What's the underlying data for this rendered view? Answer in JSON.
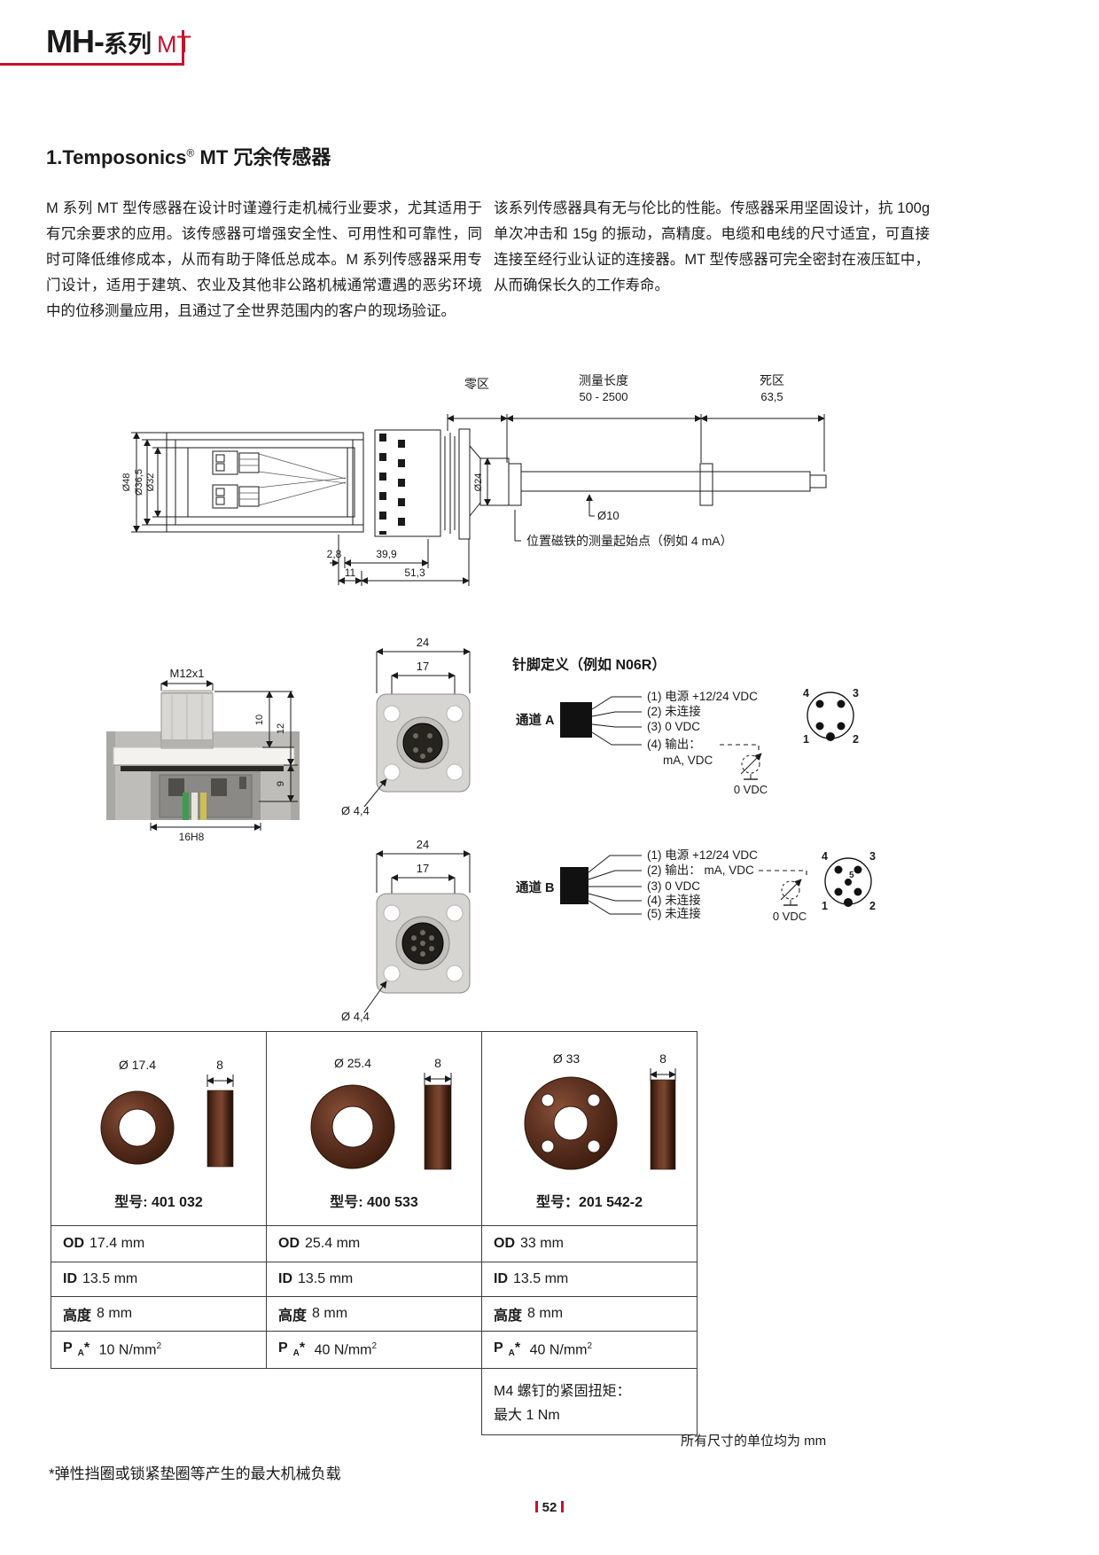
{
  "colors": {
    "accent_red": "#c8102e",
    "magnet_brown": "#5f3322"
  },
  "header": {
    "series": "MH-",
    "series_cn": "系列",
    "variant": "MT"
  },
  "title": {
    "part1": "1.Temposonics",
    "reg": "®",
    "part2": " MT 冗余传感器"
  },
  "intro": {
    "left": "M 系列 MT 型传感器在设计时谨遵行走机械行业要求，尤其适用于有冗余要求的应用。该传感器可增强安全性、可用性和可靠性，同时可降低维修成本，从而有助于降低总成本。M 系列传感器采用专门设计，适用于建筑、农业及其他非公路机械通常遭遇的恶劣环境中的位移测量应用，且通过了全世界范围内的客户的现场验证。",
    "right": "该系列传感器具有无与伦比的性能。传感器采用坚固设计，抗 100g 单次冲击和 15g 的振动，高精度。电缆和电线的尺寸适宜，可直接连接至经行业认证的连接器。MT 型传感器可完全密封在液压缸中，从而确保长久的工作寿命。"
  },
  "drawing": {
    "zero_zone": "零区",
    "measuring_length": "测量长度",
    "measuring_range": "50 - 2500",
    "dead_zone": "死区",
    "dead_zone_value": "63,5",
    "dia_48": "Ø48",
    "dia_36_5": "Ø36,5",
    "dia_32": "Ø32",
    "dia_24": "Ø24",
    "dia_10": "Ø10",
    "dim_2_8": "2,8",
    "dim_39_9": "39,9",
    "dim_11": "11",
    "dim_51_3": "51,3",
    "magnet_start_note": "位置磁铁的测量起始点（例如 4 mA）"
  },
  "connector_photo": {
    "thread": "M12x1",
    "dim_10": "10",
    "dim_12": "12",
    "dim_9": "9",
    "dim_16h8": "16H8"
  },
  "flange_a": {
    "dim_24": "24",
    "dim_17": "17",
    "hole_dia": "Ø 4,4"
  },
  "flange_b": {
    "dim_24": "24",
    "dim_17": "17",
    "hole_dia": "Ø 4,4"
  },
  "pinout": {
    "heading": "针脚定义（例如 N06R）",
    "channel_a": {
      "label": "通道 A",
      "pin1": "(1) 电源 +12/24 VDC",
      "pin2": "(2) 未连接",
      "pin3": "(3) 0 VDC",
      "pin4": "(4) 输出：",
      "pin4_value": "mA, VDC",
      "ground": "0 VDC",
      "face": {
        "p1": "1",
        "p2": "2",
        "p3": "3",
        "p4": "4"
      }
    },
    "channel_b": {
      "label": "通道 B",
      "pin1": "(1) 电源 +12/24 VDC",
      "pin2": "(2) 输出： mA, VDC",
      "pin3": "(3) 0 VDC",
      "pin4": "(4) 未连接",
      "pin5": "(5) 未连接",
      "ground": "0 VDC",
      "face": {
        "p1": "1",
        "p2": "2",
        "p3": "3",
        "p4": "4",
        "p5": "5"
      }
    }
  },
  "magnets": {
    "columns": [
      {
        "dia": "Ø 17.4",
        "thickness": "8",
        "model": "型号: 401 032",
        "od_label": "OD",
        "od": "17.4 mm",
        "id_label": "ID",
        "id": "13.5 mm",
        "height_label": "高度",
        "height": "8 mm",
        "p_label": "P",
        "p_sub": "A",
        "p_star": "*",
        "p_value": "10 N/mm",
        "p_exp": "2"
      },
      {
        "dia": "Ø 25.4",
        "thickness": "8",
        "model": "型号: 400 533",
        "od_label": "OD",
        "od": "25.4 mm",
        "id_label": "ID",
        "id": "13.5 mm",
        "height_label": "高度",
        "height": "8 mm",
        "p_label": "P",
        "p_sub": "A",
        "p_star": "*",
        "p_value": "40 N/mm",
        "p_exp": "2"
      },
      {
        "dia": "Ø 33",
        "thickness": "8",
        "model": "型号：201 542-2",
        "od_label": "OD",
        "od": "33 mm",
        "id_label": "ID",
        "id": "13.5 mm",
        "height_label": "高度",
        "height": "8 mm",
        "p_label": "P",
        "p_sub": "A",
        "p_star": "*",
        "p_value": "40 N/mm",
        "p_exp": "2"
      }
    ],
    "torque_note_line1": "M4 螺钉的紧固扭矩：",
    "torque_note_line2": "最大 1 Nm"
  },
  "footnotes": {
    "load_note": "*弹性挡圈或锁紧垫圈等产生的最大机械负载",
    "units_note": "所有尺寸的单位均为 mm"
  },
  "page": {
    "number": "52"
  }
}
